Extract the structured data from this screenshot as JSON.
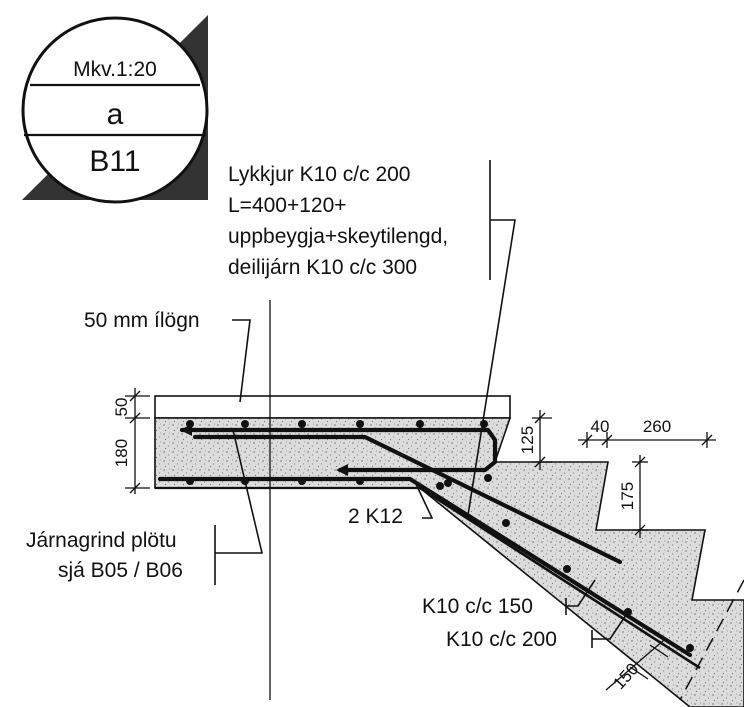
{
  "scale_badge": {
    "scale": "Mkv.1:20",
    "detail": "a",
    "sheet": "B11"
  },
  "labels": {
    "lykkjur_line1": "Lykkjur K10 c/c 200",
    "lykkjur_line2": "L=400+120+",
    "lykkjur_line3": "uppbeygja+skeytilengd,",
    "lykkjur_line4": "deilijárn K10 c/c 300",
    "screed": "50 mm ílögn",
    "slab_cage_line1": "Járnagrind plötu",
    "slab_cage_line2": "sjá B05 / B06",
    "bars_2k12": "2 K12",
    "k10_150": "K10 c/c 150",
    "k10_200": "K10 c/c 200"
  },
  "dimensions": {
    "screed_thickness": "50",
    "slab_thickness": "180",
    "top_step_offset": "125",
    "nosing": "40",
    "tread": "260",
    "riser": "175",
    "stair_slab": "150"
  }
}
